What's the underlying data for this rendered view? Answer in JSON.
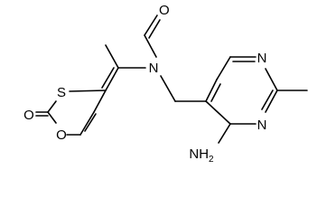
{
  "molecule": {
    "atoms": {
      "o_formyl": "O",
      "n_amide": "N",
      "s_ring": "S",
      "o_carbonyl": "O",
      "o_ring": "O",
      "n_pyr_top": "N",
      "n_pyr_bottom": "N",
      "nh2_main": "NH",
      "nh2_sub": "2"
    }
  }
}
